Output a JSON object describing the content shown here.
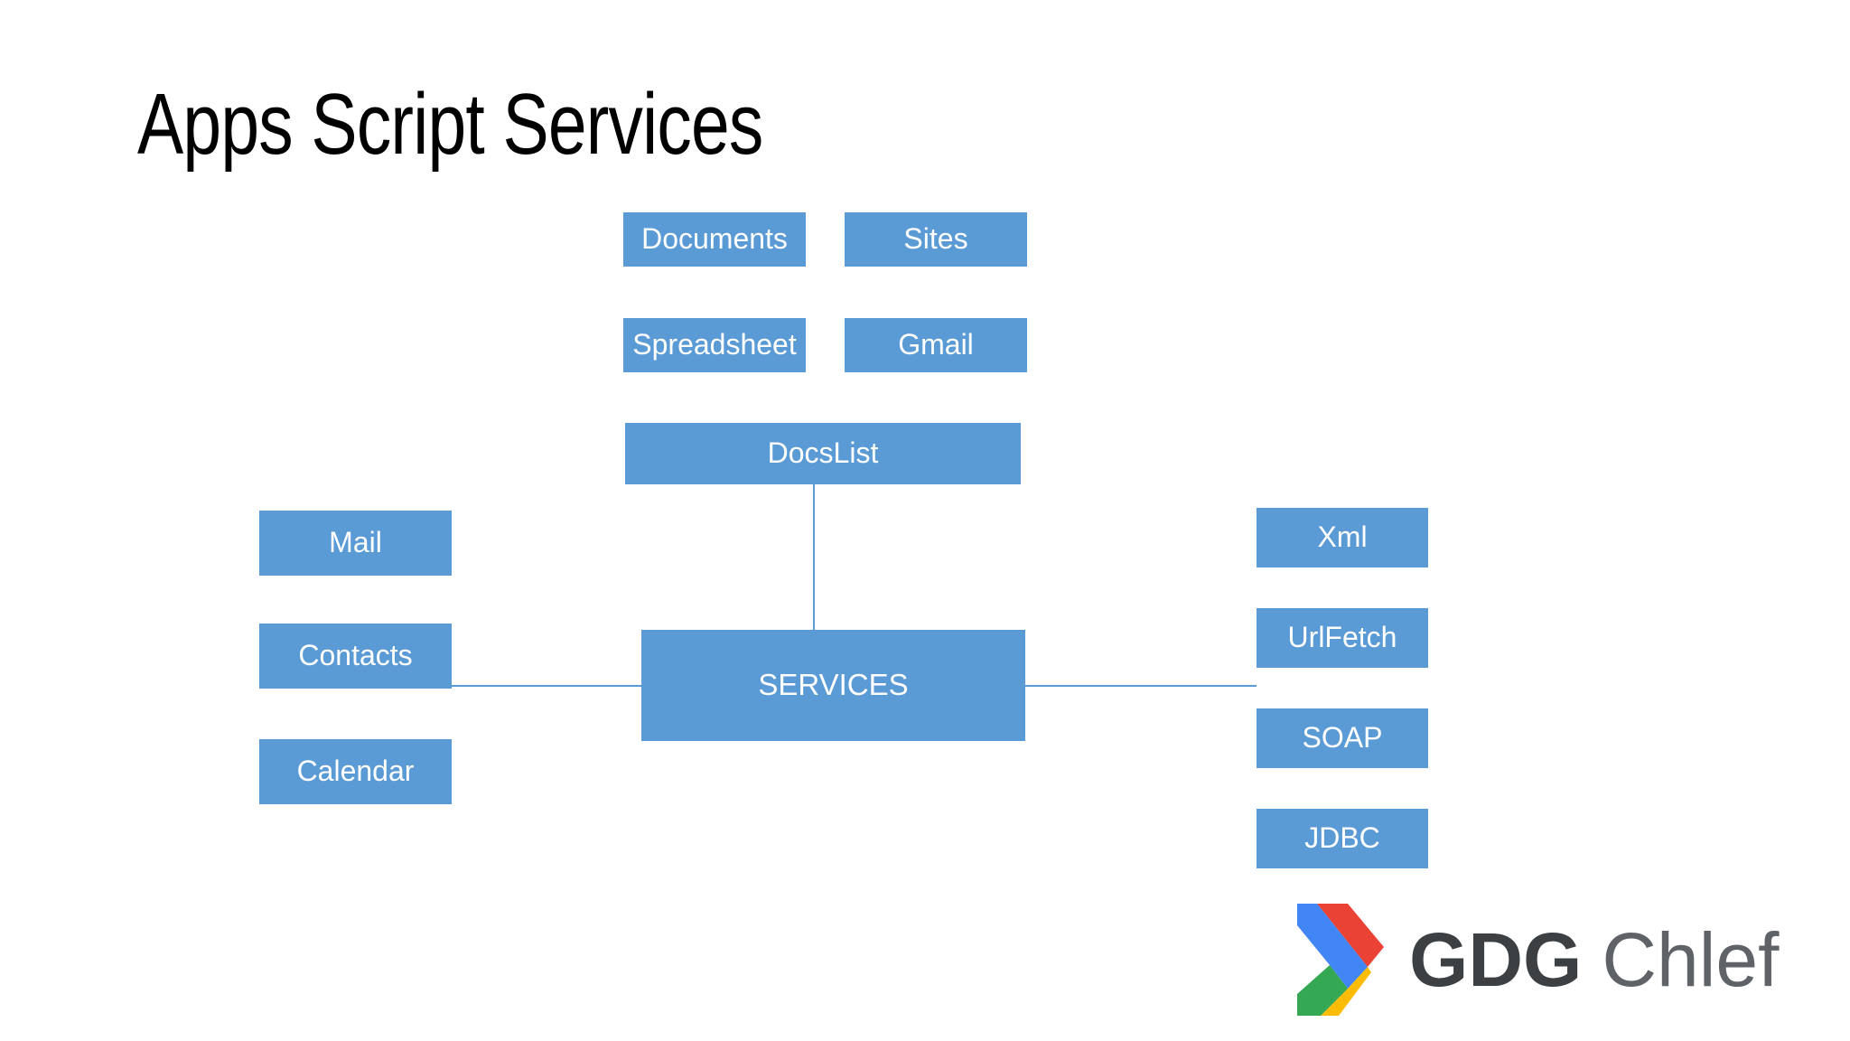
{
  "slide": {
    "title": "Apps Script Services",
    "background_color": "#FFFFFF",
    "node_color": "#5B9BD5",
    "node_text_color": "#FFFFFF",
    "connector_color": "#5B9BD5",
    "title_color": "#000000"
  },
  "diagram": {
    "central": {
      "label": "SERVICES"
    },
    "top_group": [
      {
        "label": "Documents"
      },
      {
        "label": "Sites"
      },
      {
        "label": "Spreadsheet"
      },
      {
        "label": "Gmail"
      },
      {
        "label": "DocsList"
      }
    ],
    "left_group": [
      {
        "label": "Mail"
      },
      {
        "label": "Contacts"
      },
      {
        "label": "Calendar"
      }
    ],
    "right_group": [
      {
        "label": "Xml"
      },
      {
        "label": "UrlFetch"
      },
      {
        "label": "SOAP"
      },
      {
        "label": "JDBC"
      }
    ]
  },
  "footer": {
    "logo": {
      "mark_name": "gdg-chevron-logo",
      "colors": {
        "blue": "#4285F4",
        "red": "#EA4335",
        "yellow": "#FBBC05",
        "green": "#34A853"
      },
      "text_bold": "GDG",
      "text_light": "Chlef"
    }
  }
}
